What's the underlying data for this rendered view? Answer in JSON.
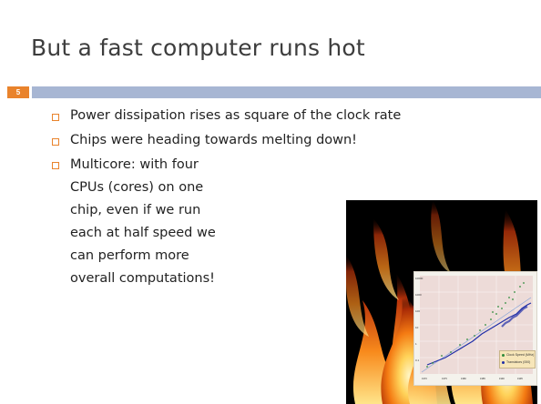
{
  "slide": {
    "title": "But a fast computer runs hot",
    "number": "5",
    "accent_color": "#e9832c",
    "bar_color": "#a7b6d3"
  },
  "bullets": [
    "Power dissipation rises as square of the clock rate",
    "Chips were heading towards melting down!",
    "Multicore: with four CPUs (cores) on one chip, even if we run each at half speed we can perform more overall computations!"
  ],
  "image": {
    "icon": "fire-chart-image",
    "legend": [
      "Clock Speed (MHz)",
      "Transistors (000)"
    ],
    "series_colors": {
      "clock_speed": "#2e8b3a",
      "transistors": "#1f2ea8"
    }
  }
}
